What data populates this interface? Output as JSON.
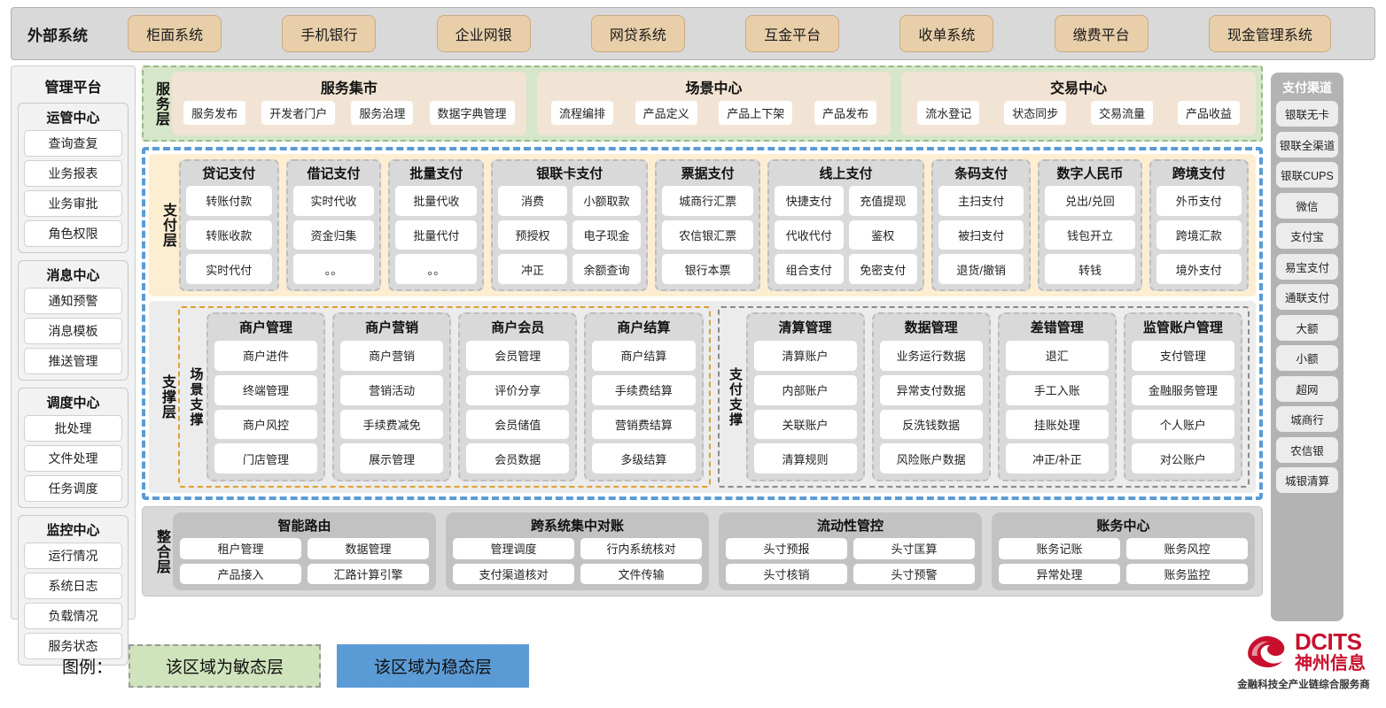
{
  "external": {
    "title": "外部系统",
    "items": [
      "柜面系统",
      "手机银行",
      "企业网银",
      "网贷系统",
      "互金平台",
      "收单系统",
      "缴费平台",
      "现金管理系统"
    ]
  },
  "left_panel": {
    "title": "管理平台",
    "groups": [
      {
        "title": "运管中心",
        "items": [
          "查询查复",
          "业务报表",
          "业务审批",
          "角色权限"
        ]
      },
      {
        "title": "消息中心",
        "items": [
          "通知预警",
          "消息模板",
          "推送管理"
        ]
      },
      {
        "title": "调度中心",
        "items": [
          "批处理",
          "文件处理",
          "任务调度"
        ]
      },
      {
        "title": "监控中心",
        "items": [
          "运行情况",
          "系统日志",
          "负载情况",
          "服务状态"
        ]
      }
    ]
  },
  "right_panel": {
    "title": "支付渠道",
    "items": [
      "银联无卡",
      "银联全渠道",
      "银联CUPS",
      "微信",
      "支付宝",
      "易宝支付",
      "通联支付",
      "大额",
      "小额",
      "超网",
      "城商行",
      "农信银",
      "城银清算"
    ]
  },
  "service_layer": {
    "label": "服务层",
    "cards": [
      {
        "title": "服务集市",
        "items": [
          "服务发布",
          "开发者门户",
          "服务治理",
          "数据字典管理"
        ]
      },
      {
        "title": "场景中心",
        "items": [
          "流程编排",
          "产品定义",
          "产品上下架",
          "产品发布"
        ]
      },
      {
        "title": "交易中心",
        "items": [
          "流水登记",
          "状态同步",
          "交易流量",
          "产品收益"
        ]
      }
    ]
  },
  "pay_layer": {
    "label": "支付层",
    "groups": [
      {
        "title": "贷记支付",
        "cols": [
          [
            "转账付款",
            "转账收款",
            "实时代付"
          ]
        ]
      },
      {
        "title": "借记支付",
        "cols": [
          [
            "实时代收",
            "资金归集",
            "。。"
          ]
        ]
      },
      {
        "title": "批量支付",
        "cols": [
          [
            "批量代收",
            "批量代付",
            "。。"
          ]
        ]
      },
      {
        "title": "银联卡支付",
        "cols": [
          [
            "消费",
            "预授权",
            "冲正"
          ],
          [
            "小额取款",
            "电子现金",
            "余额查询"
          ]
        ]
      },
      {
        "title": "票据支付",
        "cols": [
          [
            "城商行汇票",
            "农信银汇票",
            "银行本票"
          ]
        ]
      },
      {
        "title": "线上支付",
        "cols": [
          [
            "快捷支付",
            "代收代付",
            "组合支付"
          ],
          [
            "充值提现",
            "鉴权",
            "免密支付"
          ]
        ]
      },
      {
        "title": "条码支付",
        "cols": [
          [
            "主扫支付",
            "被扫支付",
            "退货/撤销"
          ]
        ]
      },
      {
        "title": "数字人民币",
        "cols": [
          [
            "兑出/兑回",
            "钱包开立",
            "转钱"
          ]
        ]
      },
      {
        "title": "跨境支付",
        "cols": [
          [
            "外币支付",
            "跨境汇款",
            "境外支付"
          ]
        ]
      }
    ]
  },
  "support_layer": {
    "label": "支撑层",
    "scene": {
      "label": "场景支撑",
      "groups": [
        {
          "title": "商户管理",
          "items": [
            "商户进件",
            "终端管理",
            "商户风控",
            "门店管理"
          ]
        },
        {
          "title": "商户营销",
          "items": [
            "商户营销",
            "营销活动",
            "手续费减免",
            "展示管理"
          ]
        },
        {
          "title": "商户会员",
          "items": [
            "会员管理",
            "评价分享",
            "会员储值",
            "会员数据"
          ]
        },
        {
          "title": "商户结算",
          "items": [
            "商户结算",
            "手续费结算",
            "营销费结算",
            "多级结算"
          ]
        }
      ]
    },
    "paysup": {
      "label": "支付支撑",
      "groups": [
        {
          "title": "清算管理",
          "items": [
            "清算账户",
            "内部账户",
            "关联账户",
            "清算规则"
          ]
        },
        {
          "title": "数据管理",
          "items": [
            "业务运行数据",
            "异常支付数据",
            "反洗钱数据",
            "风险账户数据"
          ]
        },
        {
          "title": "差错管理",
          "items": [
            "退汇",
            "手工入账",
            "挂账处理",
            "冲正/补正"
          ]
        },
        {
          "title": "监管账户管理",
          "items": [
            "支付管理",
            "金融服务管理",
            "个人账户",
            "对公账户"
          ]
        }
      ]
    }
  },
  "integration_layer": {
    "label": "整合层",
    "groups": [
      {
        "title": "智能路由",
        "rows": [
          [
            "租户管理",
            "数据管理"
          ],
          [
            "产品接入",
            "汇路计算引擎"
          ]
        ]
      },
      {
        "title": "跨系统集中对账",
        "rows": [
          [
            "管理调度",
            "行内系统核对"
          ],
          [
            "支付渠道核对",
            "文件传输"
          ]
        ]
      },
      {
        "title": "流动性管控",
        "rows": [
          [
            "头寸预报",
            "头寸匡算"
          ],
          [
            "头寸核销",
            "头寸预警"
          ]
        ]
      },
      {
        "title": "账务中心",
        "rows": [
          [
            "账务记账",
            "账务风控"
          ],
          [
            "异常处理",
            "账务监控"
          ]
        ]
      }
    ]
  },
  "legend": {
    "label": "图例：",
    "agile": "该区域为敏态层",
    "stable": "该区域为稳态层",
    "agile_color": "#cfe3bc",
    "stable_color": "#5b9bd5"
  },
  "logo": {
    "en": "DCITS",
    "cn": "神州信息",
    "tagline": "金融科技全产业链综合服务商",
    "color": "#c8102e"
  }
}
